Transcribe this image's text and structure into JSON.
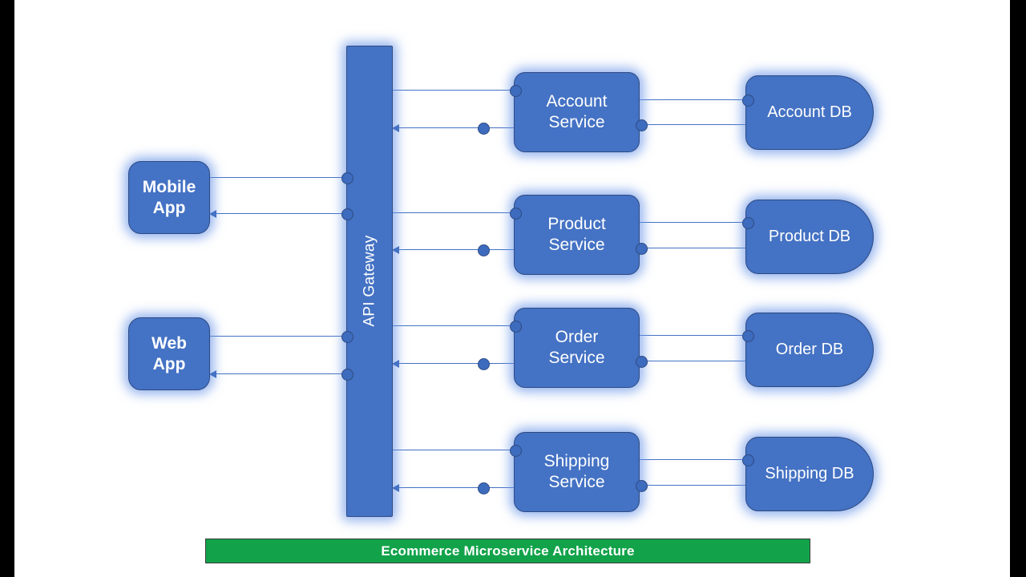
{
  "diagram": {
    "title": "Ecommerce Microservice Architecture",
    "colors": {
      "node_fill": "#4472C4",
      "node_border": "#2E4B82",
      "glow": "#6B96E8",
      "connector": "#4472C4",
      "banner_fill": "#12A34A",
      "banner_text": "#FFFFFF",
      "canvas": "#FFFFFF",
      "letterbox": "#000000"
    },
    "clients": [
      {
        "id": "mobile-app",
        "label": "Mobile App",
        "line1": "Mobile",
        "line2": "App"
      },
      {
        "id": "web-app",
        "label": "Web App",
        "line1": "Web",
        "line2": "App"
      }
    ],
    "gateway": {
      "id": "api-gateway",
      "label": "API Gateway"
    },
    "services": [
      {
        "id": "account-service",
        "label": "Account Service",
        "line1": "Account",
        "line2": "Service"
      },
      {
        "id": "product-service",
        "label": "Product Service",
        "line1": "Product",
        "line2": "Service"
      },
      {
        "id": "order-service",
        "label": "Order Service",
        "line1": "Order",
        "line2": "Service"
      },
      {
        "id": "shipping-service",
        "label": "Shipping Service",
        "line1": "Shipping",
        "line2": "Service"
      }
    ],
    "databases": [
      {
        "id": "account-db",
        "label": "Account DB"
      },
      {
        "id": "product-db",
        "label": "Product DB"
      },
      {
        "id": "order-db",
        "label": "Order DB"
      },
      {
        "id": "shipping-db",
        "label": "Shipping DB"
      }
    ]
  }
}
